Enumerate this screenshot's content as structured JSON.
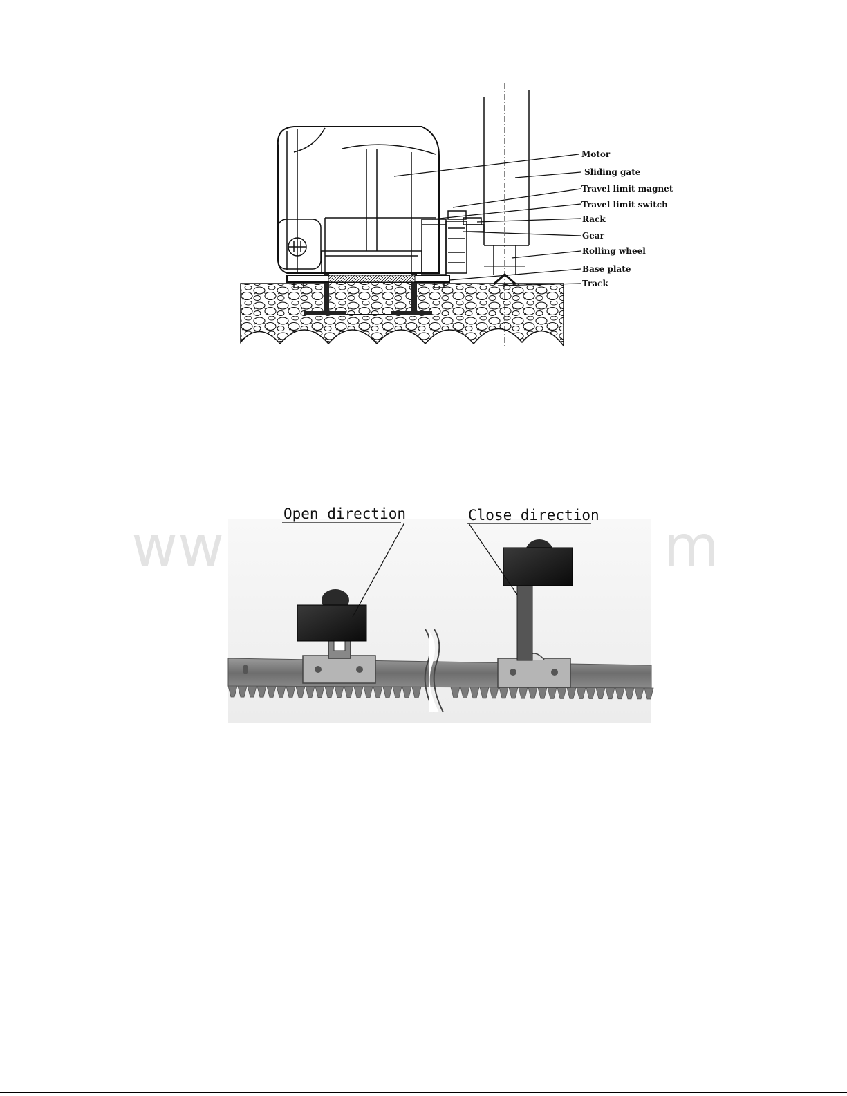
{
  "figure1": {
    "labels": {
      "motor": "Motor",
      "sliding_gate": "Sliding gate",
      "travel_limit_magnet": "Travel limit magnet",
      "travel_limit_switch": "Travel limit switch",
      "rack": "Rack",
      "gear": "Gear",
      "rolling_wheel": "Rolling wheel",
      "base_plate": "Base plate",
      "track": "Track"
    }
  },
  "figure2": {
    "labels": {
      "open_direction": "Open direction",
      "close_direction": "Close direction"
    },
    "watermark": {
      "left": "ww",
      "right": "m"
    }
  }
}
